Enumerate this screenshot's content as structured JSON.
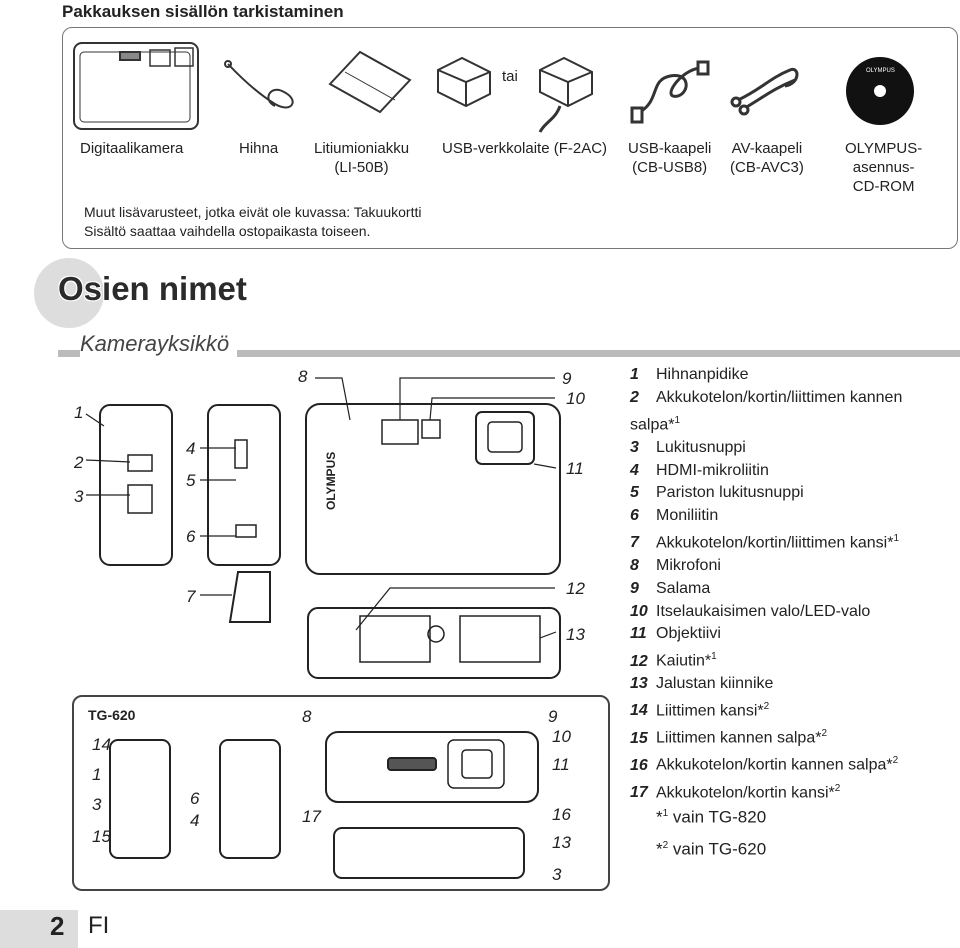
{
  "contents": {
    "title": "Pakkauksen sisällön tarkistaminen",
    "items": [
      {
        "label": "Digitaalikamera"
      },
      {
        "label": "Hihna"
      },
      {
        "label": "Litiumioniakku\n(LI-50B)"
      },
      {
        "label": "USB-verkkolaite (F-2AC)"
      },
      {
        "label": "USB-kaapeli\n(CB-USB8)"
      },
      {
        "label": "AV-kaapeli\n(CB-AVC3)"
      },
      {
        "label": "OLYMPUS-\nasennus-\nCD-ROM"
      }
    ],
    "or_label": "tai",
    "note_line1": "Muut lisävarusteet, jotka eivät ole kuvassa: Takuukortti",
    "note_line2": "Sisältö saattaa vaihdella ostopaikasta toiseen."
  },
  "section": {
    "heading": "Osien nimet",
    "subheading": "Kamerayksikkö"
  },
  "diagram": {
    "brand": "OLYMPUS",
    "model_label": "TG-620",
    "callouts_top": [
      "1",
      "2",
      "3",
      "4",
      "5",
      "6",
      "7",
      "8",
      "9",
      "10",
      "11",
      "12",
      "13"
    ],
    "callouts_bottom": [
      "14",
      "1",
      "3",
      "15",
      "6",
      "4",
      "8",
      "17",
      "9",
      "10",
      "11",
      "16",
      "13",
      "3"
    ]
  },
  "parts": [
    {
      "num": "1",
      "text": "Hihnanpidike"
    },
    {
      "num": "2",
      "text": "Akkukotelon/kortin/liittimen kannen",
      "cont": "salpa*",
      "sup": "1"
    },
    {
      "num": "3",
      "text": "Lukitusnuppi"
    },
    {
      "num": "4",
      "text": "HDMI-mikroliitin"
    },
    {
      "num": "5",
      "text": "Pariston lukitusnuppi"
    },
    {
      "num": "6",
      "text": "Moniliitin"
    },
    {
      "num": "7",
      "text": "Akkukotelon/kortin/liittimen kansi*",
      "sup": "1"
    },
    {
      "num": "8",
      "text": "Mikrofoni"
    },
    {
      "num": "9",
      "text": "Salama"
    },
    {
      "num": "10",
      "text": "Itselaukaisimen valo/LED-valo"
    },
    {
      "num": "11",
      "text": "Objektiivi"
    },
    {
      "num": "12",
      "text": "Kaiutin*",
      "sup": "1"
    },
    {
      "num": "13",
      "text": "Jalustan kiinnike"
    },
    {
      "num": "14",
      "text": "Liittimen kansi*",
      "sup": "2"
    },
    {
      "num": "15",
      "text": "Liittimen kannen salpa*",
      "sup": "2"
    },
    {
      "num": "16",
      "text": "Akkukotelon/kortin kannen salpa*",
      "sup": "2"
    },
    {
      "num": "17",
      "text": "Akkukotelon/kortin kansi*",
      "sup": "2"
    }
  ],
  "footnotes": [
    {
      "mark": "*",
      "sup": "1",
      "text": " vain TG-820"
    },
    {
      "mark": "*",
      "sup": "2",
      "text": " vain TG-620"
    }
  ],
  "footer": {
    "page_number": "2",
    "language": "FI"
  }
}
